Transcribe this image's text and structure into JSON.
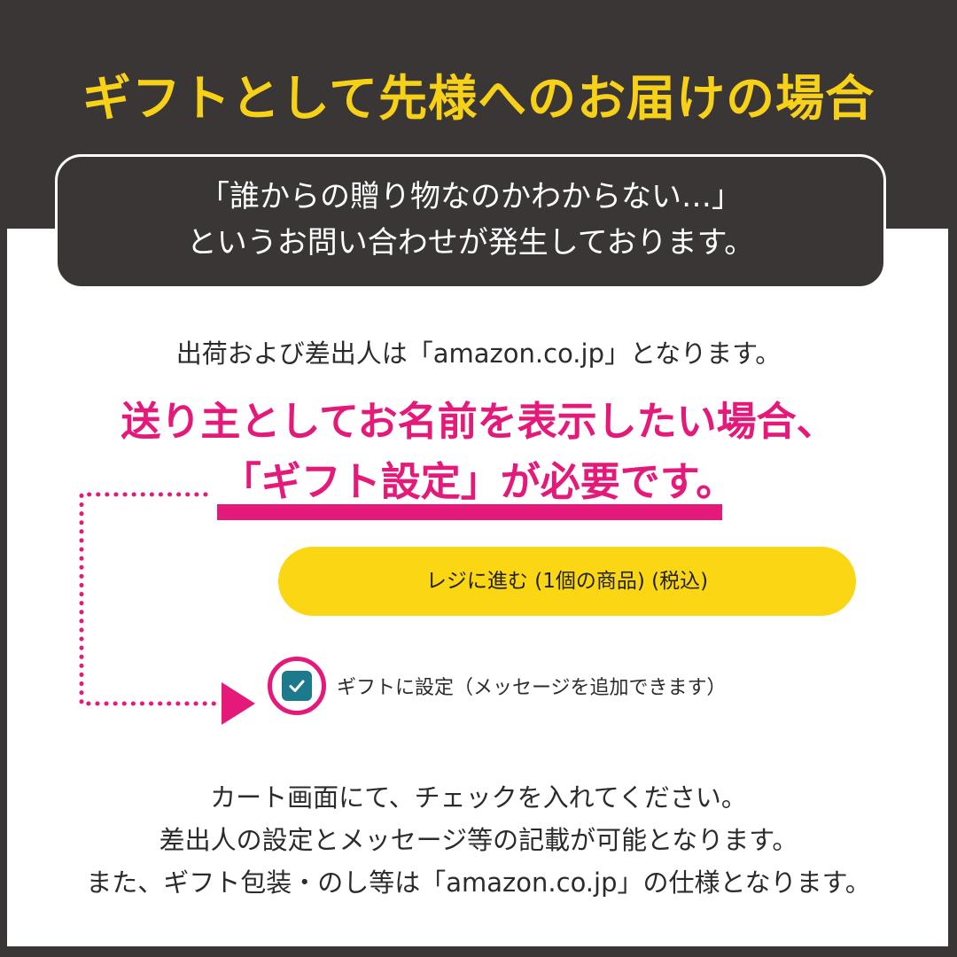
{
  "header": {
    "title": "ギフトとして先様へのお届けの場合"
  },
  "notice": {
    "line1": "「誰からの贈り物なのかわからない…」",
    "line2": "というお問い合わせが発生しております。"
  },
  "shipping_note": "出荷および差出人は「amazon.co.jp」となります。",
  "emphasis": {
    "line1": "送り主としてお名前を表示したい場合、",
    "line2": "「ギフト設定」が必要です。"
  },
  "checkout": {
    "button_label": "レジに進む (1個の商品) (税込)"
  },
  "gift_option": {
    "label": "ギフトに設定（メッセージを追加できます）",
    "checked": true,
    "check_icon": "checkmark-icon"
  },
  "instructions": {
    "line1": "カート画面にて、チェックを入れてください。",
    "line2": "差出人の設定とメッセージ等の記載が可能となります。",
    "line3": "また、ギフト包装・のし等は「amazon.co.jp」の仕様となります。"
  },
  "colors": {
    "dark_background": "#3a3635",
    "title_yellow": "#f7d117",
    "accent_pink": "#e4197a",
    "button_yellow": "#fbd713",
    "checkbox_teal": "#1d7a8c"
  }
}
